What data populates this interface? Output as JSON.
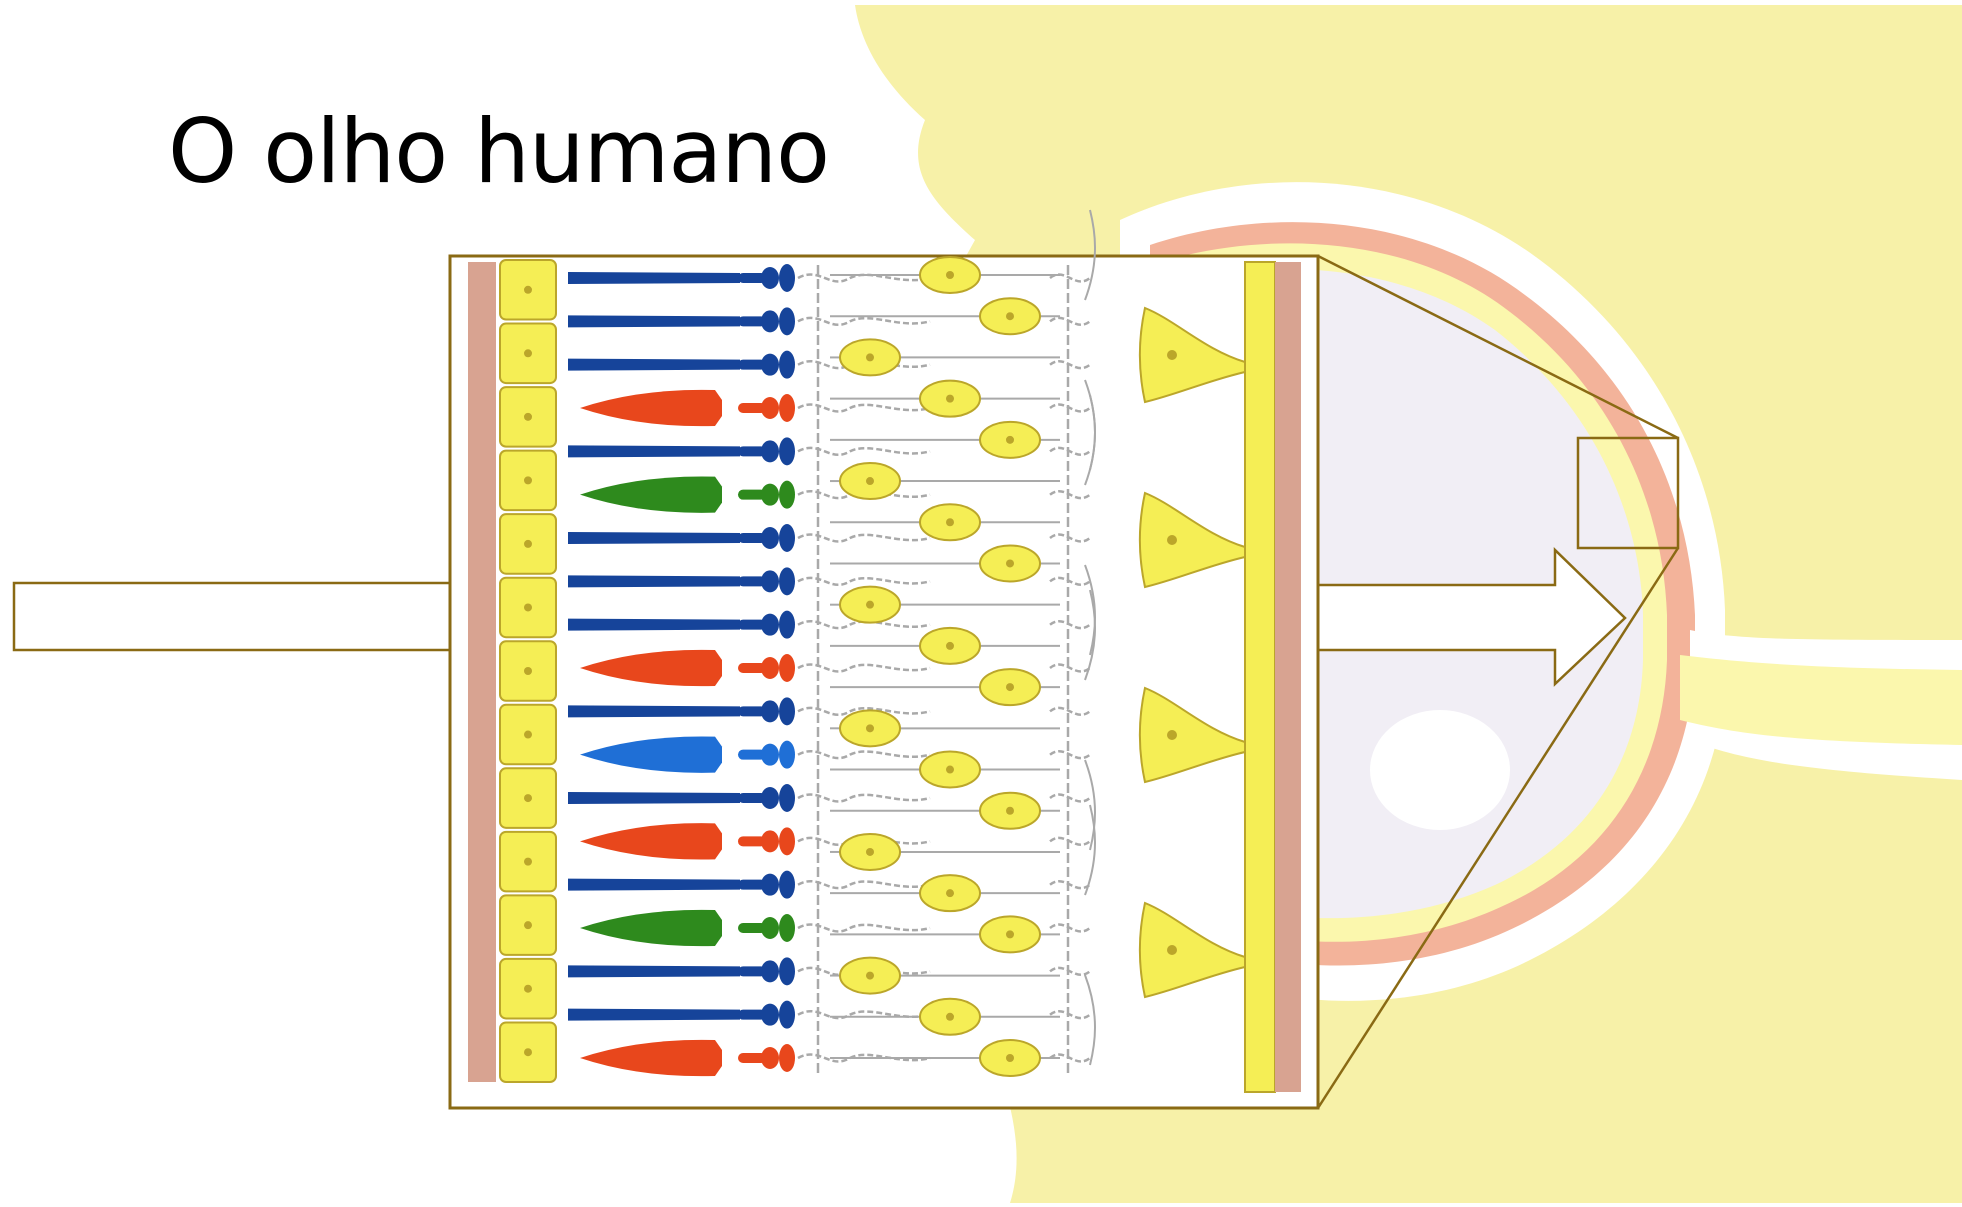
{
  "slide": {
    "title": "O olho humano"
  },
  "colors": {
    "background": "#ffffff",
    "head_tissue": "#f7f1a8",
    "eye_interior": "#f1eef5",
    "choroid": "#f3b39a",
    "retina_yellow": "#fbf7ad",
    "callout_border": "#8a6a14",
    "rod_blue": "#16449a",
    "cone_red": "#e8471c",
    "cone_green": "#2e8a1d",
    "cone_blue": "#1f6fd6",
    "cell_yellow": "#f5ee55",
    "cell_outline": "#bba62a",
    "neuron_fiber": "#a9a9a9",
    "epithelium_band": "#d8a391"
  },
  "retina_diagram": {
    "photoreceptors": [
      "rod",
      "rod",
      "rod",
      "red-cone",
      "rod",
      "green-cone",
      "rod",
      "rod",
      "rod",
      "red-cone",
      "rod",
      "blue-cone",
      "rod",
      "red-cone",
      "rod",
      "green-cone",
      "rod",
      "rod",
      "red-cone"
    ],
    "bipolar_cell_count": 20,
    "ganglion_cell_count": 4,
    "pigment_cell_count": 13
  }
}
